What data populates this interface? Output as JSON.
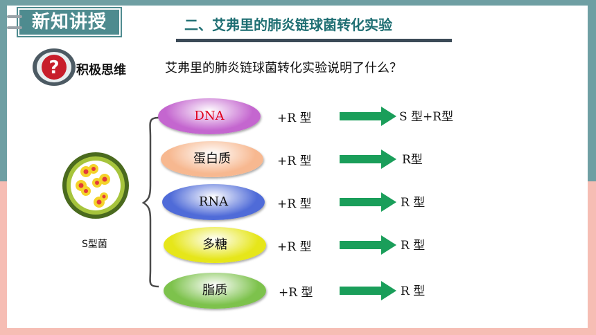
{
  "header": {
    "section_tag": "新知讲授",
    "title": "二、艾弗里的肺炎链球菌转化实验"
  },
  "thinking": {
    "label": "积极思维",
    "question": "艾弗里的肺炎链球菌转化实验说明了什么？",
    "icon": "question-mark-icon"
  },
  "diagram": {
    "source_label": "S型菌",
    "rows": [
      {
        "component": "DNA",
        "component_color": "#e0001b",
        "fill": "#c466cf",
        "added": "+R  型",
        "result": "S  型+R型"
      },
      {
        "component": "蛋白质",
        "component_color": "#111111",
        "fill": "#f7b890",
        "added": "+R  型",
        "result": "R型"
      },
      {
        "component": "RNA",
        "component_color": "#111111",
        "fill": "#4f6bd8",
        "added": "+R  型",
        "result": "R  型"
      },
      {
        "component": "多糖",
        "component_color": "#111111",
        "fill": "#e6e61a",
        "added": "+R  型",
        "result": "R  型"
      },
      {
        "component": "脂质",
        "component_color": "#111111",
        "fill": "#7dc24c",
        "added": "+R  型",
        "result": "R  型"
      }
    ]
  },
  "colors": {
    "accent": "#4e8b8f",
    "arrow": "#1a9e5a"
  }
}
